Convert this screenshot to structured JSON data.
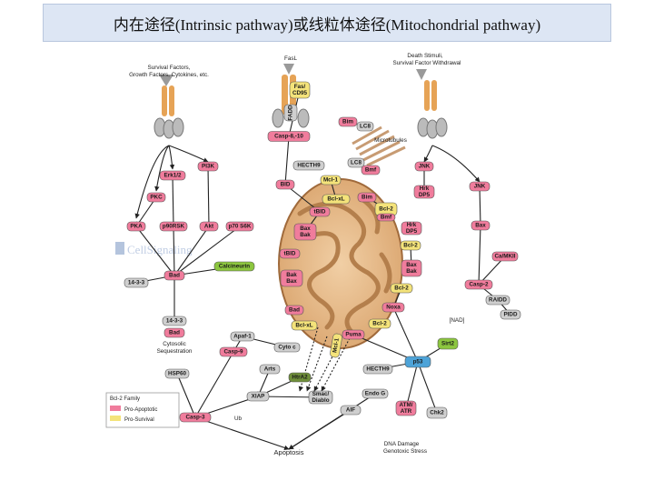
{
  "title": "内在途径(Intrinsic pathway)或线粒体途径(Mitochondrial pathway)",
  "watermark": "CellSignaling",
  "colors": {
    "pro_apoptotic": "#f07c9c",
    "pro_survival": "#f4e37a",
    "kinase": "#f07c9c",
    "neutral": "#cfcfcf",
    "green": "#8cc63f",
    "darkgreen": "#6f8f3a",
    "blue": "#4da3d8",
    "mito_outer": "#e2b98a",
    "mito_inner": "#b98556"
  },
  "labels": {
    "survival_factors": "Survival Factors,",
    "survival_factors_2": "Growth Factors, Cytokines, etc.",
    "fasl": "FasL",
    "death_stimuli": "Death Stimuli,",
    "death_stimuli_2": "Survival Factor Withdrawal",
    "microtubules": "Microtubules",
    "cytosolic": "Cytosolic",
    "sequestration": "Sequestration",
    "nad": "[NAD]",
    "dna_damage": "DNA Damage",
    "genotoxic": "Genotoxic Stress",
    "apoptosis": "Apoptosis",
    "ub": "Ub"
  },
  "nodes": {
    "fas_cd95": "Fas/ CD95",
    "fadd": "FADD",
    "casp8_10": "Casp-8,-10",
    "bim_top": "Bim",
    "lc8_top": "LC8",
    "lc8_mid": "LC8",
    "bmf_top": "Bmf",
    "hecthi_top": "HECTH9",
    "mcl1_top": "Mcl-1",
    "bid": "BID",
    "bclxl_top": "Bcl-xL",
    "bim_mid": "Bim",
    "tbid": "tBID",
    "bcl2_bmf": "Bcl-2",
    "bmf_mid": "Bmf",
    "hrk_dp5_top": "Hrk DP5",
    "hrk_dp5_mid": "Hrk DP5",
    "bax_bak_top": "Bax Bak",
    "bcl2_mid": "Bcl-2",
    "tbid_2": "tBID",
    "bak_bax": "Bak Bax",
    "bax_bak_r": "Bax Bak",
    "bcl2_low": "Bcl-2",
    "noxa": "Noxa",
    "bad_mito": "Bad",
    "bclxl_low": "Bcl-xL",
    "bcl2_puma": "Bcl-2",
    "puma": "Puma",
    "mcl1_bottom": "Mcl-1",
    "pi3k": "PI3K",
    "erk12": "Erk1/2",
    "pkc": "PKC",
    "pka": "PKA",
    "p90rsk": "p90RSK",
    "akt": "Akt",
    "p70s6k": "p70 S6K",
    "calcineurin": "Calcineurin",
    "bad": "Bad",
    "p14_3_3": "14-3-3",
    "p14_3_3_b": "14-3-3",
    "bad_seq": "Bad",
    "jnk_top": "JNK",
    "hrk_dp5_r": "Hrk DP5",
    "jnk_r": "JNK",
    "bax_r": "Bax",
    "camkii": "Ca/MKII",
    "casp2": "Casp-2",
    "raidd": "RAIDD",
    "pidd": "PIDD",
    "sirt2": "Sirt2",
    "p53": "p53",
    "hecthi_low": "HECTH9",
    "apaf1": "Apaf-1",
    "casp9": "Casp-9",
    "cyto_c": "Cyto c",
    "arts": "Arts",
    "htra2": "HtrA2",
    "hsp60": "HSP60",
    "xiap": "XIAP",
    "smac": "Smac/ Diablo",
    "endo_g": "Endo G",
    "aif": "AIF",
    "atm_atr": "ATM/ ATR",
    "chk2": "Chk2",
    "casp3": "Casp-3"
  },
  "legend": {
    "title": "Bcl-2 Family",
    "pro_apoptotic": "Pro-Apoptotic",
    "pro_survival": "Pro-Survival"
  }
}
